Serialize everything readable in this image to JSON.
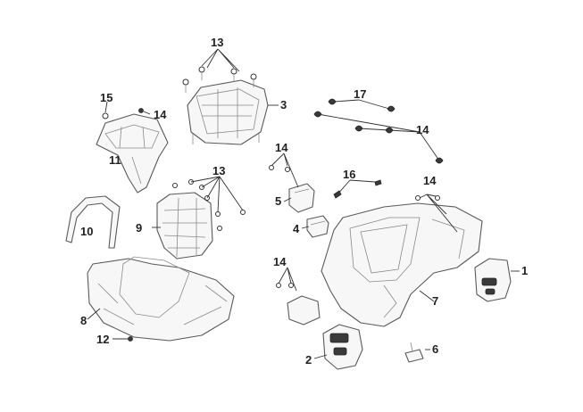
{
  "callouts": {
    "c1": "1",
    "c2": "2",
    "c3": "3",
    "c4": "4",
    "c5": "5",
    "c6": "6",
    "c7": "7",
    "c8": "8",
    "c9": "9",
    "c10": "10",
    "c11": "11",
    "c12": "12",
    "c13a": "13",
    "c13b": "13",
    "c14a": "14",
    "c14b": "14",
    "c14c": "14",
    "c14d": "14",
    "c14e": "14",
    "c15": "15",
    "c16": "16",
    "c17": "17"
  },
  "colors": {
    "line": "#5a5a5a",
    "label": "#222222",
    "background": "#ffffff"
  }
}
